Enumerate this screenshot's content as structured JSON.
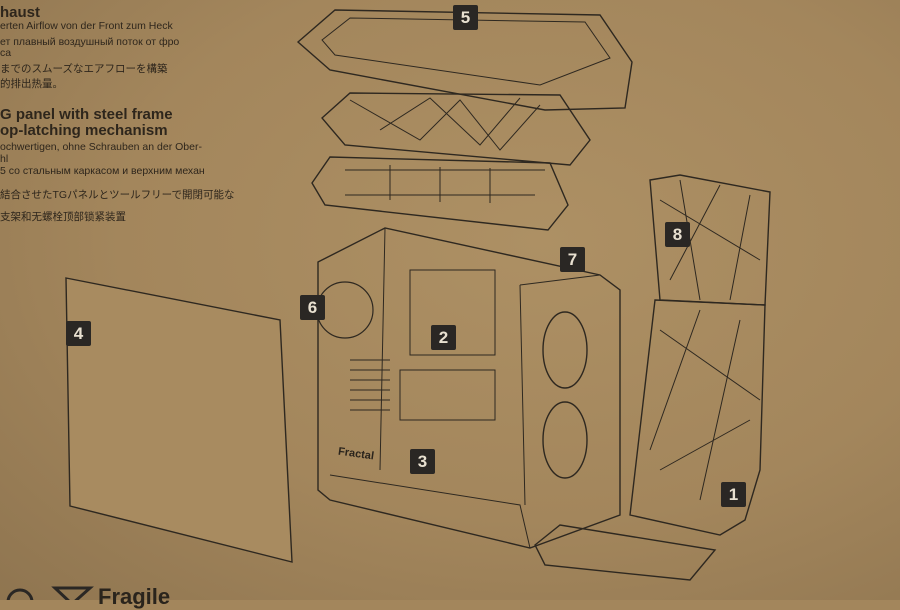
{
  "text_block": {
    "section1_heading": "haust",
    "section1_lines": [
      "erten Airflow von der Front zum Heck",
      "ет плавный воздушный поток от фро",
      "ca",
      "までのスムーズなエアフローを構築",
      "的排出热量。"
    ],
    "section2_heading_lines": [
      "G panel with steel frame",
      "op-latching mechanism"
    ],
    "section2_lines": [
      "ochwertigen, ohne Schrauben an der Ober-",
      "hl",
      "5 со стальным каркасом и верхним механ",
      "結合させたTGパネルとツールフリーで開閉可能な",
      "支架和无螺栓顶部锁紧装置"
    ]
  },
  "callouts": [
    "5",
    "8",
    "7",
    "6",
    "2",
    "4",
    "3",
    "1"
  ],
  "case_logo": "Fractal",
  "footer": {
    "fragile_label": "Fragile"
  },
  "colors": {
    "cardboard": "#a3865c",
    "ink": "#2a2724"
  }
}
